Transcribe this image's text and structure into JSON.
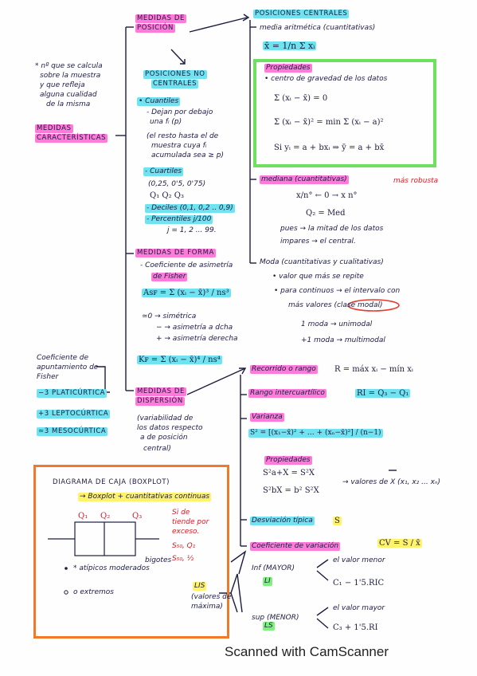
{
  "side_note": [
    "* nº que se calcula",
    "sobre la muestra",
    "y que refleja",
    "alguna cualidad",
    "de la misma"
  ],
  "root": [
    "MEDIDAS",
    "CARACTERÍSTICAS"
  ],
  "position": {
    "title": [
      "MEDIDAS DE",
      "POSICIÓN"
    ],
    "central_title": "POSICIONES CENTRALES",
    "media": "media aritmética (cuantitativas)",
    "media_formula": "x̄ = 1/n Σ xᵢ",
    "props_title": "Propiedades",
    "props": [
      "• centro de gravedad de los datos",
      "Σ (xᵢ − x̄) = 0",
      "Σ (xᵢ − x̄)² = min Σ (xᵢ − a)²",
      "Si yᵢ = a + bxᵢ ⇒ ȳ = a + bx̄"
    ],
    "noncentral_title": [
      "POSICIONES NO",
      "CENTRALES"
    ],
    "cuantiles": [
      "• Cuantiles",
      "- Dejan por debajo",
      "una fᵢ (p)",
      "(el resto hasta el de",
      "muestra cuya fᵢ",
      "acumulada sea ≥ p)",
      "- Cuartiles",
      "(0,25, 0'5, 0'75)",
      "Q₁ Q₂ Q₃",
      "- Deciles (0,1, 0,2 .. 0,9)",
      "- Percentiles j/100",
      "j = 1, 2 ... 99."
    ],
    "mediana": "mediana (cuantitativas)",
    "mas_robusta": "más robusta",
    "mediana_lines": [
      "x/n° ← 0 → x n°",
      "Q₂ = Med",
      "pues → la mitad de los datos",
      "impares → el central."
    ],
    "moda": "Moda (cuantitativas y cualitativas)",
    "moda_lines": [
      "• valor que más se repite",
      "• para continuos → el intervalo con",
      "más valores (clase modal)",
      "1 moda → unimodal",
      "+1 moda → multimodal"
    ]
  },
  "forma": {
    "title": "MEDIDAS DE FORMA",
    "lines": [
      "- Coeficiente de asimetría",
      "de Fisher",
      "≃0 → simétrica",
      "− → asimetría a dcha",
      "+ → asimetría derecha"
    ],
    "as_formula": "Asꜰ = Σ (xᵢ − x̄)³ / ns³",
    "kf_formula": "Kꜰ = Σ (xᵢ − x̄)⁴ / ns⁴",
    "apunt": [
      "Coeficiente de",
      "apuntamiento de",
      "Fisher"
    ],
    "kurtosis": [
      "−3 PLATICÚRTICA",
      "+3 LEPTOCÚRTICA",
      "≃3 MESOCÚRTICA"
    ]
  },
  "dispersion": {
    "title": [
      "MEDIDAS DE",
      "DISPERSIÓN"
    ],
    "desc": [
      "(variabilidad de",
      "los datos respecto",
      "a de posición",
      "central)"
    ],
    "recorrido": "Recorrido o rango",
    "recorrido_f": "R = máx xᵢ − mín xᵢ",
    "ric": "Rango intercuartílico",
    "ric_f": "RI = Q₃ − Q₁",
    "varianza": "Varianza",
    "var_f": "S² = [(x₁−x̄)² + … + (xₙ−x̄)²] / (n−1)",
    "props_title": "Propiedades",
    "var_props": [
      "S²a+X = S²X",
      "S²bX = b² S²X",
      "→ valores de X (x₁, x₂ ... xₙ)"
    ],
    "desv": "Desviación típica",
    "desv_s": "S",
    "cv": "Coeficiente de variación",
    "cv_f": "CV = S / x̄"
  },
  "boxplot": {
    "title": "DIAGRAMA DE CAJA (BOXPLOT)",
    "sub": "→ Boxplot + cuantitativas continuas",
    "labels": [
      "Q₁",
      "Q₂",
      "Q₃"
    ],
    "red": [
      "Si de",
      "tiende por",
      "exceso.",
      "S₅₀, Q₁",
      "S₅₀, ½"
    ],
    "bigotes": "bigotes",
    "legend": [
      "* atípicos moderados",
      "o extremos"
    ],
    "li": "LI",
    "ls": "LS",
    "inf": "Inf (MAYOR)",
    "sup": "sup (MENOR)",
    "el_valor": "el valor menor",
    "c1": "C₁ − 1'5.RIC",
    "el_valor2": "el valor mayor",
    "c3": "C₃ + 1'5.RI",
    "lis": "LIS",
    "lis_note": [
      "(valores de",
      "máxima)"
    ]
  },
  "footer": "Scanned with CamScanner"
}
